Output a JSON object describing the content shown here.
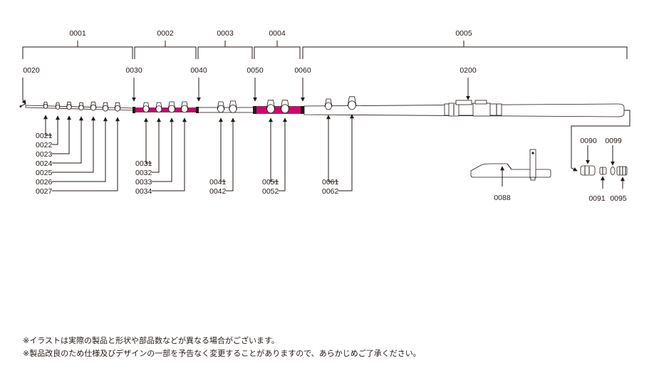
{
  "sections": [
    "0001",
    "0002",
    "0003",
    "0004",
    "0005"
  ],
  "joint_labels": [
    "0020",
    "0030",
    "0040",
    "0050",
    "0060",
    "0200"
  ],
  "guide_labels": {
    "s1": [
      "0021",
      "0022",
      "0023",
      "0024",
      "0025",
      "0026",
      "0027"
    ],
    "s2": [
      "0031",
      "0032",
      "0033",
      "0034"
    ],
    "s3": [
      "0041",
      "0042"
    ],
    "s4": [
      "0051",
      "0052"
    ],
    "s5": [
      "0061",
      "0062"
    ]
  },
  "parts": {
    "stand": "0088",
    "cap": "0090",
    "ring": "0099",
    "washer": "0091",
    "butt_cap": "0095"
  },
  "colors": {
    "accent": "#d6006f",
    "ink": "#231815"
  },
  "notes": [
    "※イラストは実際の製品と形状や部品数などが異なる場合がございます。",
    "※製品改良のため仕様及びデザインの一部を予告なく変更することがありますので、あらかじめご了承ください。"
  ]
}
